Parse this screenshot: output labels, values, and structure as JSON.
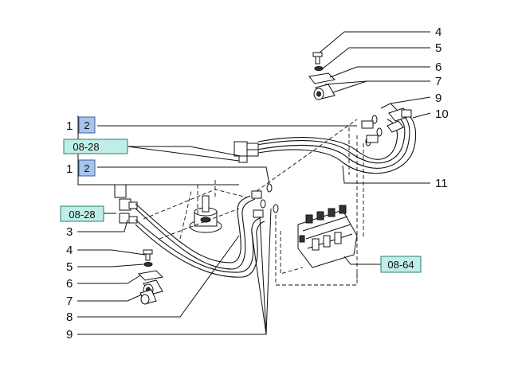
{
  "callouts": {
    "n1a": "1",
    "n1b": "1",
    "n3": "3",
    "n4a": "4",
    "n4b": "4",
    "n5a": "5",
    "n5b": "5",
    "n6a": "6",
    "n6b": "6",
    "n7a": "7",
    "n7b": "7",
    "n8": "8",
    "n9a": "9",
    "n9b": "9",
    "n10": "10",
    "n11": "11"
  },
  "refs": {
    "r2a": "2",
    "r2b": "2",
    "r0828a": "08-28",
    "r0828b": "08-28",
    "r0864": "08-64"
  }
}
